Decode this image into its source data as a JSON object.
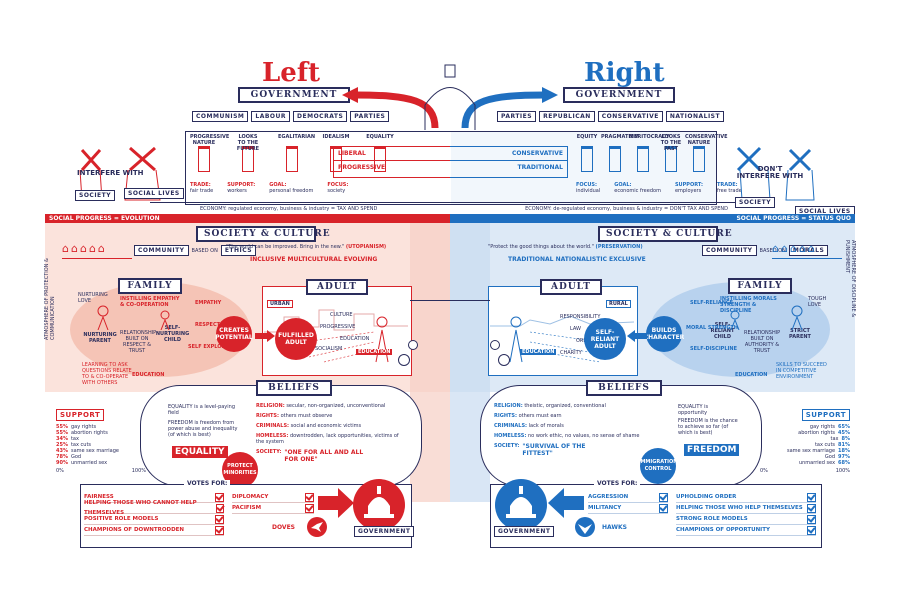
{
  "colors": {
    "red": "#d8232a",
    "blue": "#1f6fc0",
    "navy": "#2a2d5c",
    "pink": "#fbe3dc",
    "lightblue": "#dde9f6"
  },
  "header": {
    "left_title": "Left",
    "right_title": "Right"
  },
  "government": {
    "left_label": "GOVERNMENT",
    "right_label": "GOVERNMENT",
    "left_parties": [
      "COMMUNISM",
      "LABOUR",
      "DEMOCRATS",
      "PARTIES"
    ],
    "right_parties": [
      "PARTIES",
      "REPUBLICAN",
      "CONSERVATIVE",
      "NATIONALIST"
    ]
  },
  "capitol": {
    "left_pillars": [
      "PROGRESSIVE NATURE",
      "LOOKS TO THE FUTURE",
      "EGALITARIAN",
      "IDEALISM",
      "EQUALITY"
    ],
    "right_pillars": [
      "EQUITY",
      "PRAGMATISM",
      "MERITOCRACY",
      "LOOKS TO THE PAST",
      "CONSERVATIVE NATURE"
    ],
    "left_band1": "LIBERAL",
    "left_band2": "PROGRESSIVE",
    "right_band1": "CONSERVATIVE",
    "right_band2": "TRADITIONAL",
    "left_trade": "TRADE:",
    "left_trade_v": "fair trade",
    "left_support": "SUPPORT:",
    "left_support_v": "workers",
    "left_goal": "GOAL:",
    "left_goal_v": "personal freedom",
    "left_focus": "FOCUS:",
    "left_focus_v": "society",
    "right_focus": "FOCUS:",
    "right_focus_v": "individual",
    "right_goal": "GOAL:",
    "right_goal_v": "economic freedom",
    "right_support": "SUPPORT:",
    "right_support_v": "employers",
    "right_trade": "TRADE:",
    "right_trade_v": "free trade",
    "left_economy": "ECONOMY: regulated economy, business & industry = TAX AND SPEND",
    "right_economy": "ECONOMY: de-regulated economy, business & industry = DON'T TAX AND SPEND"
  },
  "side": {
    "left_interfere": "INTERFERE WITH",
    "left_society": "SOCIETY",
    "left_lives": "SOCIAL LIVES",
    "right_interfere": "DON'T INTERFERE WITH",
    "right_society": "SOCIETY",
    "right_lives": "SOCIAL LIVES"
  },
  "progress": {
    "left": "SOCIAL PROGRESS = EVOLUTION",
    "right": "SOCIAL PROGRESS = STATUS QUO"
  },
  "society": {
    "left_heading": "SOCIETY & CULTURE",
    "right_heading": "SOCIETY & CULTURE",
    "left_community": "COMMUNITY",
    "left_based": "BASED ON",
    "left_basis": "ETHICS",
    "left_quote": "\"The world can be improved. Bring in the new.\"",
    "left_quote_tag": "(UTOPIANISM)",
    "left_values": "INCLUSIVE  MULTICULTURAL  EVOLVING",
    "right_quote": "\"Protect the good things about the world.\"",
    "right_quote_tag": "(PRESERVATION)",
    "right_community": "COMMUNITY",
    "right_based": "BASED ON",
    "right_basis": "MORALS",
    "right_values": "TRADITIONAL  NATIONALISTIC  EXCLUSIVE"
  },
  "family": {
    "left_heading": "FAMILY",
    "right_heading": "FAMILY",
    "left_parent": "NURTURING PARENT",
    "left_child": "SELF-NURTURING CHILD",
    "left_love": "NURTURING LOVE",
    "left_links": [
      "EMPATHY",
      "RESPECT",
      "SELF EXPLORATION"
    ],
    "left_mid": "RELATIONSHIP BUILT ON RESPECT & TRUST",
    "left_top": "INSTILLING EMPATHY & CO-OPERATION",
    "left_learn": "LEARNING TO ASK QUESTIONS RELATE TO & CO-OPERATE WITH OTHERS",
    "left_education": "EDUCATION",
    "right_parent": "STRICT PARENT",
    "right_child": "SELF-RELIANT CHILD",
    "right_love": "TOUGH LOVE",
    "right_links": [
      "SELF-RELIANCE",
      "MORAL STRENGTH",
      "SELF-DISCIPLINE"
    ],
    "right_mid": "RELATIONSHIP BUILT ON AUTHORITY & TRUST",
    "right_top": "INSTILLING MORALS STRENGTH & DISCIPLINE",
    "right_learn": "SKILLS TO SUCCEED IN COMPETITIVE ENVIRONMENT",
    "right_education": "EDUCATION",
    "left_side": "ATMOSPHERE OF PROTECTION & COMMUNICATION",
    "right_side": "ATMOSPHERE OF DISCIPLINE & PUNISHMENT"
  },
  "adult": {
    "left_heading": "ADULT",
    "right_heading": "ADULT",
    "left_setting": "URBAN",
    "right_setting": "RURAL",
    "left_circle1": "CREATES POTENTIAL",
    "left_circle2": "FULFILLED ADULT",
    "right_circle1": "BUILDS CHARACTER",
    "right_circle2": "SELF-RELIANT ADULT",
    "left_items": [
      "CULTURE",
      "PROGRESSIVE",
      "EDUCATION",
      "SOCIALISM"
    ],
    "right_items": [
      "RESPONSIBILITY",
      "LAW",
      "ORDER",
      "CHARITY"
    ],
    "left_box": "EDUCATION",
    "right_box": "EDUCATION"
  },
  "beliefs": {
    "left_heading": "BELIEFS",
    "right_heading": "BELIEFS",
    "left_rows": [
      {
        "k": "RELIGION:",
        "v": "secular, non-organized, unconventional"
      },
      {
        "k": "RIGHTS:",
        "v": "others must observe"
      },
      {
        "k": "CRIMINALS:",
        "v": "social and economic victims"
      },
      {
        "k": "HOMELESS:",
        "v": "downtrodden, lack opportunities, victims of the system"
      }
    ],
    "left_society": "SOCIETY:",
    "left_motto": "\"ONE FOR ALL AND ALL FOR ONE\"",
    "right_rows": [
      {
        "k": "RELIGION:",
        "v": "theistic, organized, conventional"
      },
      {
        "k": "RIGHTS:",
        "v": "others must earn"
      },
      {
        "k": "CRIMINALS:",
        "v": "lack of morals"
      },
      {
        "k": "HOMELESS:",
        "v": "no work ethic, no values, no sense of shame"
      }
    ],
    "right_society": "SOCIETY:",
    "right_motto": "\"SURVIVAL OF THE FITTEST\"",
    "left_equality_text": "EQUALITY is a level-paying field",
    "left_freedom_text": "FREEDOM is freedom from power abuse and inequality (of which is best)",
    "left_word": "EQUALITY",
    "left_circle": "PROTECT MINORITIES",
    "right_equality_text": "EQUALITY is opportunity",
    "right_freedom_text": "FREEDOM is the chance to achieve so far (of which is best)",
    "right_word": "FREEDOM",
    "right_circle": "IMMIGRATION CONTROL"
  },
  "support": {
    "left_heading": "SUPPORT",
    "right_heading": "SUPPORT",
    "left_rows": [
      {
        "pct": "55%",
        "label": "gay rights"
      },
      {
        "pct": "55%",
        "label": "abortion rights"
      },
      {
        "pct": "34%",
        "label": "tax"
      },
      {
        "pct": "25%",
        "label": "tax cuts"
      },
      {
        "pct": "43%",
        "label": "same sex marriage"
      },
      {
        "pct": "78%",
        "label": "God"
      },
      {
        "pct": "90%",
        "label": "unmarried sex"
      }
    ],
    "right_rows": [
      {
        "pct": "65%",
        "label": "gay rights"
      },
      {
        "pct": "45%",
        "label": "abortion rights"
      },
      {
        "pct": "8%",
        "label": "tax"
      },
      {
        "pct": "81%",
        "label": "tax cuts"
      },
      {
        "pct": "18%",
        "label": "same sex marriage"
      },
      {
        "pct": "97%",
        "label": "God"
      },
      {
        "pct": "68%",
        "label": "unmarried sex"
      }
    ],
    "axis_min": "0%",
    "axis_max": "100%"
  },
  "votes": {
    "left_heading": "VOTES FOR:",
    "right_heading": "VOTES FOR:",
    "left_items": [
      "FAIRNESS",
      "HELPING THOSE WHO CANNOT HELP THEMSELVES",
      "POSITIVE ROLE MODELS",
      "CHAMPIONS OF DOWNTRODDEN"
    ],
    "left_items2": [
      "DIPLOMACY",
      "PACIFISM"
    ],
    "left_bird": "DOVES",
    "left_gov": "GOVERNMENT",
    "right_items2": [
      "AGGRESSION",
      "MILITANCY"
    ],
    "right_items": [
      "UPHOLDING ORDER",
      "HELPING THOSE WHO HELP THEMSELVES",
      "STRONG ROLE MODELS",
      "CHAMPIONS OF OPPORTUNITY"
    ],
    "right_bird": "HAWKS",
    "right_gov": "GOVERNMENT"
  }
}
